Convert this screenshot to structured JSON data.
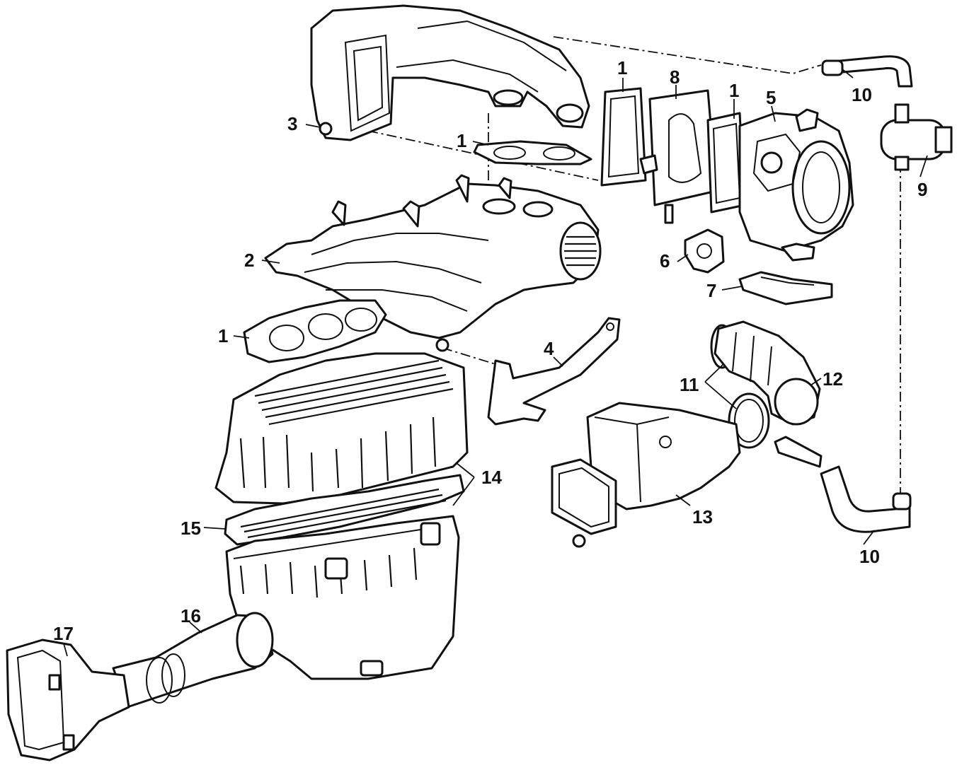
{
  "callouts": [
    {
      "id": "c1a",
      "text": "1"
    },
    {
      "id": "c1b",
      "text": "1"
    },
    {
      "id": "c1c",
      "text": "1"
    },
    {
      "id": "c1d",
      "text": "1"
    },
    {
      "id": "c2",
      "text": "2"
    },
    {
      "id": "c3",
      "text": "3"
    },
    {
      "id": "c4",
      "text": "4"
    },
    {
      "id": "c5",
      "text": "5"
    },
    {
      "id": "c6",
      "text": "6"
    },
    {
      "id": "c7",
      "text": "7"
    },
    {
      "id": "c8",
      "text": "8"
    },
    {
      "id": "c9",
      "text": "9"
    },
    {
      "id": "c10a",
      "text": "10"
    },
    {
      "id": "c10b",
      "text": "10"
    },
    {
      "id": "c11",
      "text": "11"
    },
    {
      "id": "c12",
      "text": "12"
    },
    {
      "id": "c13",
      "text": "13"
    },
    {
      "id": "c14",
      "text": "14"
    },
    {
      "id": "c15",
      "text": "15"
    },
    {
      "id": "c16",
      "text": "16"
    },
    {
      "id": "c17",
      "text": "17"
    }
  ],
  "colors": {
    "line": "#111111",
    "background": "#ffffff"
  }
}
